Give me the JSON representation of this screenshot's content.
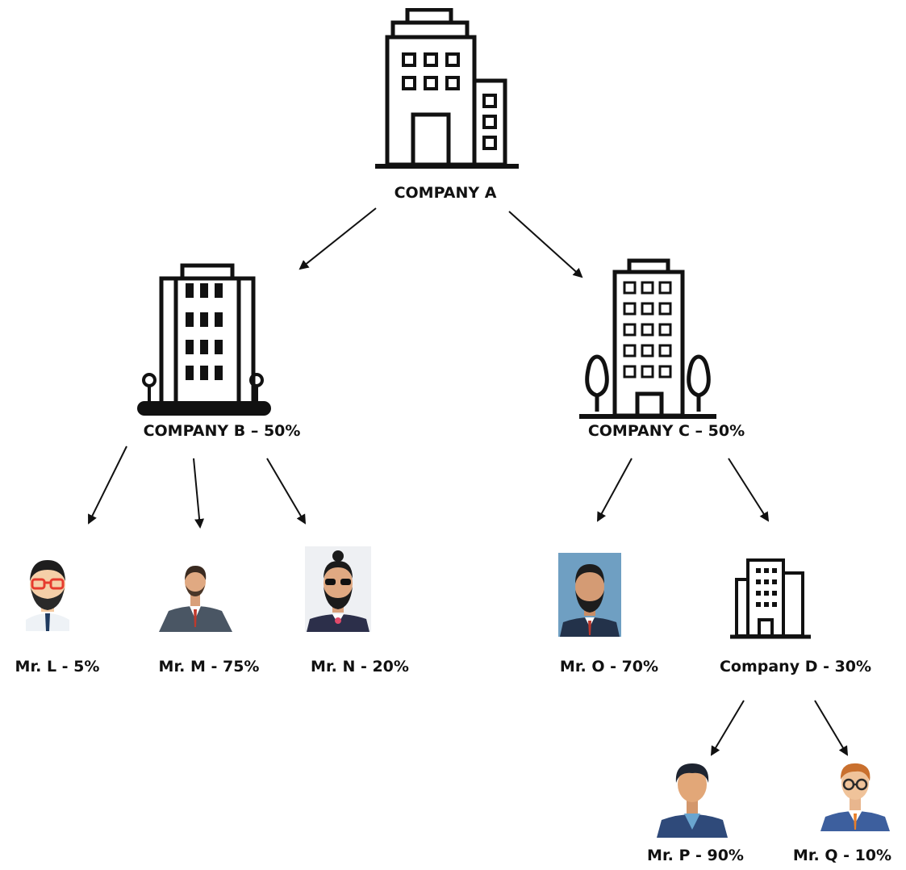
{
  "nodes": {
    "company_a": "COMPANY A",
    "company_b": "COMPANY B – 50%",
    "company_c": "COMPANY C – 50%",
    "mr_l": "Mr. L - 5%",
    "mr_m": "Mr. M - 75%",
    "mr_n": "Mr. N - 20%",
    "mr_o": "Mr. O - 70%",
    "company_d": "Company D - 30%",
    "mr_p": "Mr. P - 90%",
    "mr_q": "Mr. Q - 10%"
  },
  "icons": {
    "company_a": "office-building-icon",
    "company_b": "tower-building-icon",
    "company_c": "building-with-trees-icon",
    "company_d": "office-building-icon",
    "mr_l": "man-glasses-avatar-icon",
    "mr_m": "man-suit-avatar-icon",
    "mr_n": "man-sunglasses-avatar-icon",
    "mr_o": "man-beard-avatar-icon",
    "mr_p": "man-blue-suit-avatar-icon",
    "mr_q": "man-orange-tie-avatar-icon"
  }
}
